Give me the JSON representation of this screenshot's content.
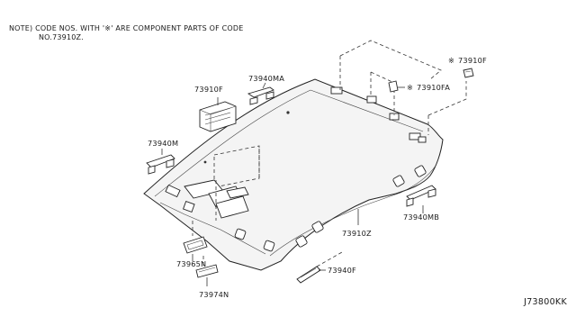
{
  "note": {
    "line1": "NOTE) CODE NOS. WITH '※' ARE COMPONENT PARTS OF CODE",
    "line2": "NO.73910Z."
  },
  "part_labels": {
    "p73910F_top": "73910F",
    "p73910FA": "73910FA",
    "p73910F_left": "73910F",
    "p73940MA": "73940MA",
    "p73940M": "73940M",
    "p73910Z": "73910Z",
    "p73940MB": "73940MB",
    "p73965N": "73965N",
    "p73974N": "73974N",
    "p73940F": "73940F"
  },
  "symbols": {
    "component_mark": "※"
  },
  "diagram_id": "J73800KK"
}
